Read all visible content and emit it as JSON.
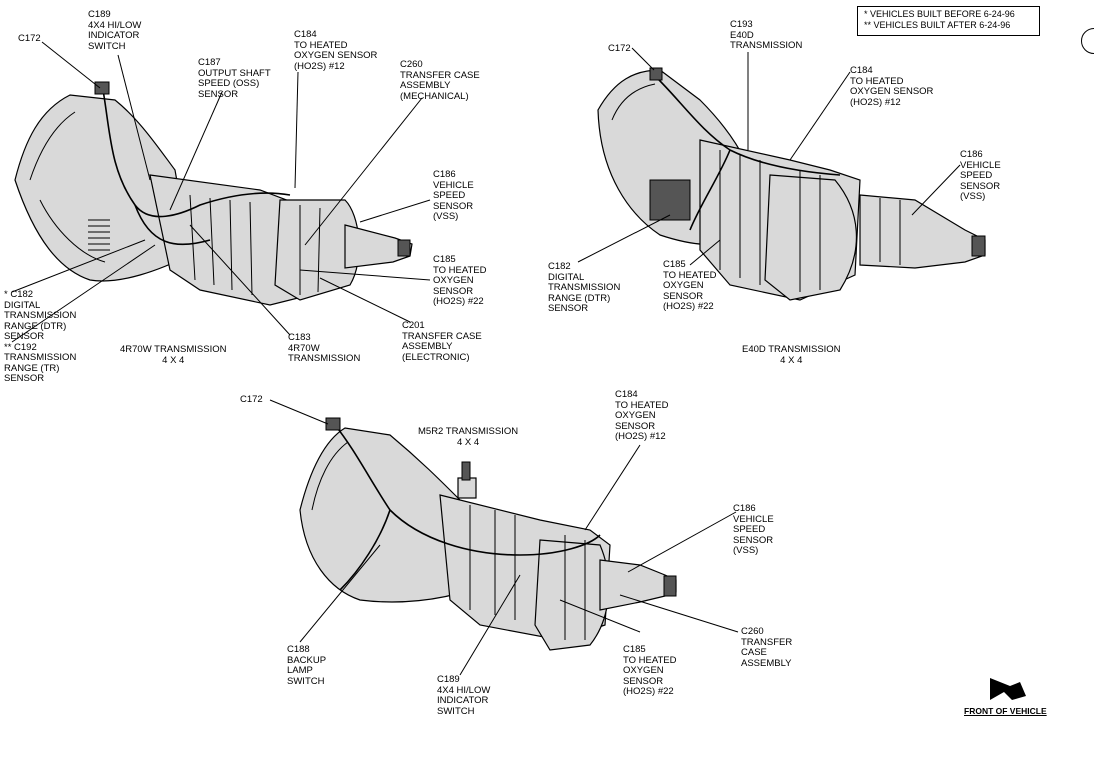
{
  "legend": {
    "line1": "* VEHICLES BUILT BEFORE 6-24-96",
    "line2": "** VEHICLES BUILT AFTER 6-24-96"
  },
  "front_of_vehicle": "FRONT OF VEHICLE",
  "icon": "arrow-icon",
  "transmissions": {
    "r4r70w": {
      "caption": "4R70W TRANSMISSION\n4 X 4",
      "labels": {
        "c172": "C172",
        "c189": "C189\n4X4 HI/LOW\nINDICATOR\nSWITCH",
        "c187": "C187\nOUTPUT SHAFT\nSPEED (OSS)\nSENSOR",
        "c184": "C184\nTO HEATED\nOXYGEN SENSOR\n(HO2S) #12",
        "c260": "C260\nTRANSFER CASE\nASSEMBLY\n(MECHANICAL)",
        "c186": "C186\nVEHICLE\nSPEED\nSENSOR\n(VSS)",
        "c185": "C185\nTO HEATED\nOXYGEN\nSENSOR\n(HO2S) #22",
        "c201": "C201\nTRANSFER CASE\nASSEMBLY\n(ELECTRONIC)",
        "c183": "C183\n4R70W\nTRANSMISSION",
        "c182": "* C182\nDIGITAL\nTRANSMISSION\nRANGE (DTR)\nSENSOR\n** C192\nTRANSMISSION\nRANGE (TR)\nSENSOR"
      }
    },
    "e40d": {
      "caption": "E40D TRANSMISSION\n4 X 4",
      "labels": {
        "c172": "C172",
        "c193": "C193\nE40D\nTRANSMISSION",
        "c184": "C184\nTO HEATED\nOXYGEN SENSOR\n(HO2S) #12",
        "c186": "C186\nVEHICLE\nSPEED\nSENSOR\n(VSS)",
        "c182": "C182\nDIGITAL\nTRANSMISSION\nRANGE (DTR)\nSENSOR",
        "c185": "C185\nTO HEATED\nOXYGEN\nSENSOR\n(HO2S) #22"
      }
    },
    "m5r2": {
      "caption": "M5R2 TRANSMISSION\n4 X 4",
      "labels": {
        "c172": "C172",
        "c184": "C184\nTO HEATED\nOXYGEN\nSENSOR\n(HO2S) #12",
        "c186": "C186\nVEHICLE\nSPEED\nSENSOR\n(VSS)",
        "c260": "C260\nTRANSFER\nCASE\nASSEMBLY",
        "c185": "C185\nTO HEATED\nOXYGEN\nSENSOR\n(HO2S) #22",
        "c189": "C189\n4X4 HI/LOW\nINDICATOR\nSWITCH",
        "c188": "C188\nBACKUP\nLAMP\nSWITCH"
      }
    }
  }
}
